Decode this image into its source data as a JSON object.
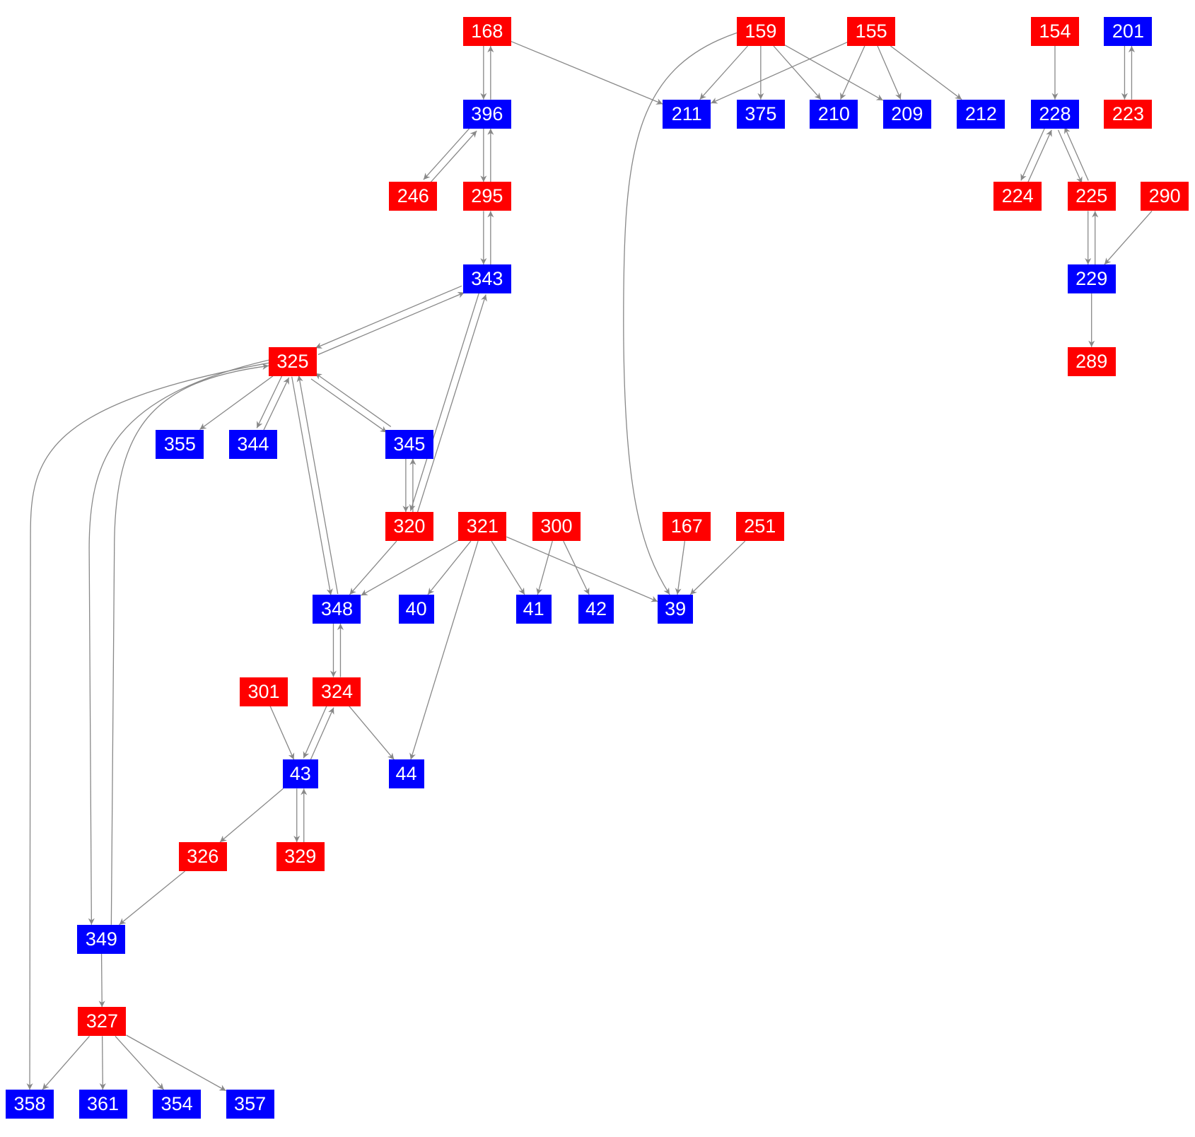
{
  "colors": {
    "red": "#ff0000",
    "blue": "#0000ff",
    "edge": "#888888"
  },
  "nodes": [
    {
      "id": "168",
      "c": "red"
    },
    {
      "id": "159",
      "c": "red"
    },
    {
      "id": "155",
      "c": "red"
    },
    {
      "id": "154",
      "c": "red"
    },
    {
      "id": "201",
      "c": "blue"
    },
    {
      "id": "396",
      "c": "blue"
    },
    {
      "id": "211",
      "c": "blue"
    },
    {
      "id": "375",
      "c": "blue"
    },
    {
      "id": "210",
      "c": "blue"
    },
    {
      "id": "209",
      "c": "blue"
    },
    {
      "id": "212",
      "c": "blue"
    },
    {
      "id": "228",
      "c": "blue"
    },
    {
      "id": "223",
      "c": "red"
    },
    {
      "id": "246",
      "c": "red"
    },
    {
      "id": "295",
      "c": "red"
    },
    {
      "id": "224",
      "c": "red"
    },
    {
      "id": "225",
      "c": "red"
    },
    {
      "id": "290",
      "c": "red"
    },
    {
      "id": "343",
      "c": "blue"
    },
    {
      "id": "229",
      "c": "blue"
    },
    {
      "id": "325",
      "c": "red"
    },
    {
      "id": "289",
      "c": "red"
    },
    {
      "id": "355",
      "c": "blue"
    },
    {
      "id": "344",
      "c": "blue"
    },
    {
      "id": "345",
      "c": "blue"
    },
    {
      "id": "320",
      "c": "red"
    },
    {
      "id": "321",
      "c": "red"
    },
    {
      "id": "300",
      "c": "red"
    },
    {
      "id": "167",
      "c": "red"
    },
    {
      "id": "251",
      "c": "red"
    },
    {
      "id": "348",
      "c": "blue"
    },
    {
      "id": "40",
      "c": "blue"
    },
    {
      "id": "41",
      "c": "blue"
    },
    {
      "id": "42",
      "c": "blue"
    },
    {
      "id": "39",
      "c": "blue"
    },
    {
      "id": "301",
      "c": "red"
    },
    {
      "id": "324",
      "c": "red"
    },
    {
      "id": "43",
      "c": "blue"
    },
    {
      "id": "44",
      "c": "blue"
    },
    {
      "id": "326",
      "c": "red"
    },
    {
      "id": "329",
      "c": "red"
    },
    {
      "id": "349",
      "c": "blue"
    },
    {
      "id": "327",
      "c": "red"
    },
    {
      "id": "358",
      "c": "blue"
    },
    {
      "id": "361",
      "c": "blue"
    },
    {
      "id": "354",
      "c": "blue"
    },
    {
      "id": "357",
      "c": "blue"
    }
  ],
  "edges": [
    [
      "168",
      "396"
    ],
    [
      "396",
      "168"
    ],
    [
      "168",
      "211"
    ],
    [
      "159",
      "211"
    ],
    [
      "159",
      "375"
    ],
    [
      "159",
      "210"
    ],
    [
      "159",
      "209"
    ],
    [
      "159",
      "39"
    ],
    [
      "155",
      "211"
    ],
    [
      "155",
      "210"
    ],
    [
      "155",
      "209"
    ],
    [
      "155",
      "212"
    ],
    [
      "154",
      "228"
    ],
    [
      "201",
      "223"
    ],
    [
      "223",
      "201"
    ],
    [
      "396",
      "246"
    ],
    [
      "246",
      "396"
    ],
    [
      "396",
      "295"
    ],
    [
      "295",
      "396"
    ],
    [
      "295",
      "343"
    ],
    [
      "343",
      "295"
    ],
    [
      "228",
      "224"
    ],
    [
      "224",
      "228"
    ],
    [
      "228",
      "225"
    ],
    [
      "225",
      "228"
    ],
    [
      "225",
      "229"
    ],
    [
      "229",
      "225"
    ],
    [
      "290",
      "229"
    ],
    [
      "229",
      "289"
    ],
    [
      "343",
      "325"
    ],
    [
      "325",
      "343"
    ],
    [
      "343",
      "320"
    ],
    [
      "320",
      "343"
    ],
    [
      "325",
      "355"
    ],
    [
      "325",
      "344"
    ],
    [
      "344",
      "325"
    ],
    [
      "325",
      "345"
    ],
    [
      "345",
      "325"
    ],
    [
      "325",
      "348"
    ],
    [
      "348",
      "325"
    ],
    [
      "325",
      "358"
    ],
    [
      "325",
      "349"
    ],
    [
      "349",
      "325"
    ],
    [
      "345",
      "320"
    ],
    [
      "320",
      "345"
    ],
    [
      "320",
      "348"
    ],
    [
      "321",
      "348"
    ],
    [
      "321",
      "40"
    ],
    [
      "321",
      "41"
    ],
    [
      "321",
      "39"
    ],
    [
      "321",
      "44"
    ],
    [
      "300",
      "41"
    ],
    [
      "300",
      "42"
    ],
    [
      "167",
      "39"
    ],
    [
      "251",
      "39"
    ],
    [
      "348",
      "324"
    ],
    [
      "324",
      "348"
    ],
    [
      "301",
      "43"
    ],
    [
      "324",
      "43"
    ],
    [
      "43",
      "324"
    ],
    [
      "324",
      "44"
    ],
    [
      "43",
      "326"
    ],
    [
      "43",
      "329"
    ],
    [
      "329",
      "43"
    ],
    [
      "326",
      "349"
    ],
    [
      "349",
      "327"
    ],
    [
      "327",
      "358"
    ],
    [
      "327",
      "361"
    ],
    [
      "327",
      "354"
    ],
    [
      "327",
      "357"
    ]
  ]
}
